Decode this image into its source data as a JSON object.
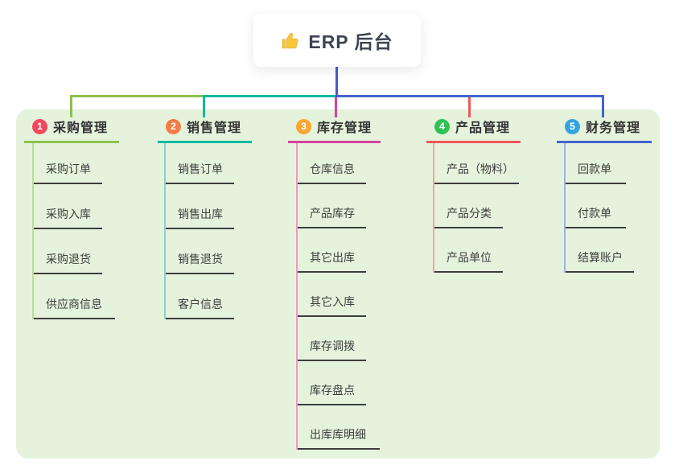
{
  "root": {
    "label": "ERP 后台",
    "icon": "thumbs-up-icon"
  },
  "panel_color": "#e5f3dd",
  "trunk_color": "#4a57d0",
  "branches": [
    {
      "num": "1",
      "title": "采购管理",
      "badge_color": "#f2485b",
      "line_color": "#8fc04e",
      "child_line_color": "#bcdc96",
      "items": [
        "采购订单",
        "采购入库",
        "采购退货",
        "供应商信息"
      ]
    },
    {
      "num": "2",
      "title": "销售管理",
      "badge_color": "#f57d45",
      "line_color": "#0cb9a4",
      "child_line_color": "#86d6c9",
      "items": [
        "销售订单",
        "销售出库",
        "销售退货",
        "客户信息"
      ]
    },
    {
      "num": "3",
      "title": "库存管理",
      "badge_color": "#f7a832",
      "line_color": "#d4439c",
      "child_line_color": "#ec99c6",
      "items": [
        "仓库信息",
        "产品库存",
        "其它出库",
        "其它入库",
        "库存调拨",
        "库存盘点",
        "出库库明细"
      ]
    },
    {
      "num": "4",
      "title": "产品管理",
      "badge_color": "#2fc156",
      "line_color": "#f15757",
      "child_line_color": "#f6a3a0",
      "items": [
        "产品（物料）",
        "产品分类",
        "产品单位"
      ]
    },
    {
      "num": "5",
      "title": "财务管理",
      "badge_color": "#35a3dd",
      "line_color": "#4663cc",
      "child_line_color": "#9fb0e2",
      "items": [
        "回款单",
        "付款单",
        "结算账户"
      ]
    }
  ]
}
